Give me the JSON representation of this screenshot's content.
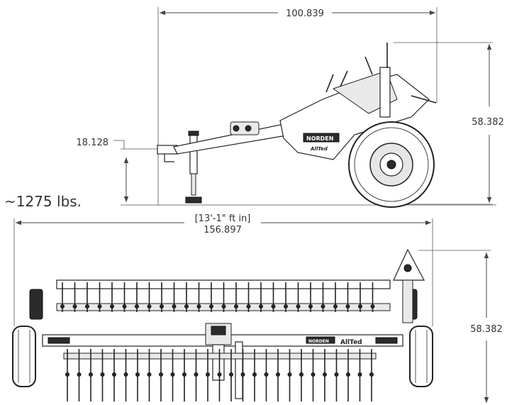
{
  "side_view": {
    "overall_length": "100.839",
    "hitch_height": "18.128",
    "overall_height": "58.382",
    "logo_text": "NORDEN",
    "model_text": "AllTed"
  },
  "weight": "~1275 lbs.",
  "front_view": {
    "width_ft_in": "[13'-1\" ft in]",
    "overall_width": "156.897",
    "overall_height": "58.382",
    "logo_text": "NORDEN",
    "model_text": "AllTed"
  }
}
